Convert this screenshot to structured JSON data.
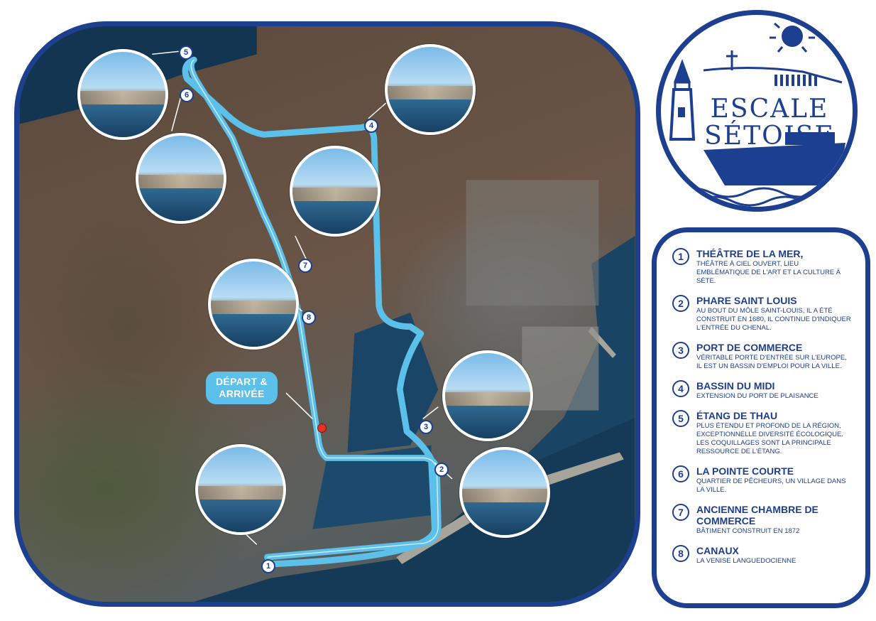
{
  "colors": {
    "brand_blue": "#1d3f8f",
    "route_blue": "#5bc0ea",
    "start_red": "#e63223"
  },
  "logo": {
    "line1": "ESCALE",
    "line2": "SÉTOISE",
    "icons": [
      "lighthouse-icon",
      "sun-icon",
      "boat-icon",
      "waves-icon",
      "cross-icon"
    ]
  },
  "map": {
    "start_label_line1": "DÉPART &",
    "start_label_line2": "ARRIVÉE",
    "stops": [
      "1",
      "2",
      "3",
      "4",
      "5",
      "6",
      "7",
      "8"
    ]
  },
  "legend": {
    "items": [
      {
        "num": "1",
        "title": "THÉÂTRE DE LA MER,",
        "desc": "THÉÂTRE À CIEL OUVERT, LIEU EMBLÉMATIQUE DE L'ART ET LA CULTURE À SÈTE."
      },
      {
        "num": "2",
        "title": "PHARE SAINT LOUIS",
        "desc": "AU BOUT DU MÔLE SAINT-LOUIS, IL A ÉTÉ CONSTRUIT EN 1680, IL CONTINUE D'INDIQUER L'ENTRÉE DU CHENAL."
      },
      {
        "num": "3",
        "title": "PORT DE COMMERCE",
        "desc": "VÉRITABLE PORTE D'ENTRÉE SUR L'EUROPE, IL EST UN BASSIN D'EMPLOI POUR LA VILLE."
      },
      {
        "num": "4",
        "title": "BASSIN DU MIDI",
        "desc": "EXTENSION DU PORT DE PLAISANCE"
      },
      {
        "num": "5",
        "title": "ÉTANG DE THAU",
        "desc": "PLUS ÉTENDU ET PROFOND DE LA RÉGION, EXCEPTIONNELLE DIVERSITÉ ÉCOLOGIQUE. LES COQUILLAGES SONT LA PRINCIPALE RESSOURCE DE L'ÉTANG."
      },
      {
        "num": "6",
        "title": "LA POINTE COURTE",
        "desc": "QUARTIER DE PÊCHEURS, UN VILLAGE DANS LA VILLE."
      },
      {
        "num": "7",
        "title": "ANCIENNE CHAMBRE DE COMMERCE",
        "desc": "BÂTIMENT CONSTRUIT EN 1872"
      },
      {
        "num": "8",
        "title": "CANAUX",
        "desc": "LA VENISE LANGUEDOCIENNE"
      }
    ]
  }
}
